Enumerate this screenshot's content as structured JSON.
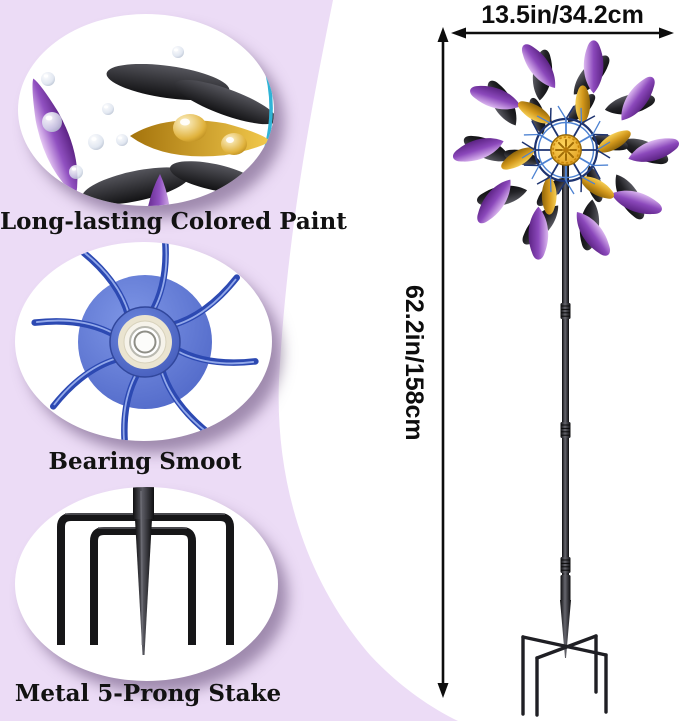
{
  "features": [
    {
      "label": "Long-lasting Colored Paint"
    },
    {
      "label": "Bearing Smoot"
    },
    {
      "label": "Metal 5-Prong Stake"
    }
  ],
  "measurements": {
    "width": "13.5in/34.2cm",
    "height": "62.2in/158cm"
  },
  "colors": {
    "panel_purple": "#ecdcf6",
    "white": "#ffffff",
    "arrow_black": "#0d0d0d",
    "label_black": "#121212",
    "leaf_purple": "#8b48bb",
    "leaf_purple_light": "#dcb8f0",
    "leaf_gold": "#d2971b",
    "leaf_black": "#19191c",
    "wire_navy": "#1d3370",
    "wire_blue": "#4d82d2",
    "hub_gold": "#efaf1e",
    "bearing_blue": "#4f6ccc",
    "bearing_cream": "#eae4d0",
    "stake_black": "#1b1b1d"
  }
}
